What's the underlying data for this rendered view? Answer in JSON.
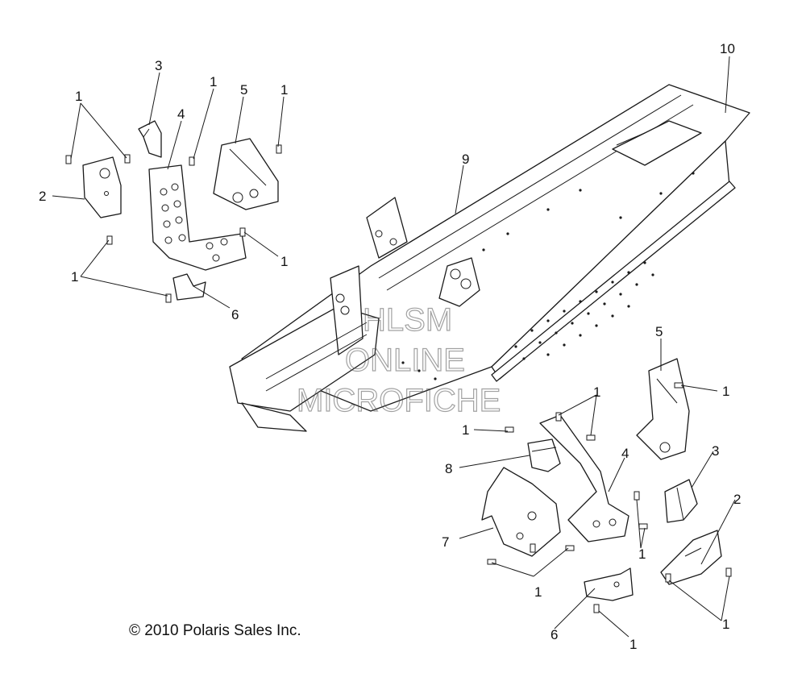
{
  "diagram": {
    "callouts": [
      {
        "id": "c1a",
        "text": "1"
      },
      {
        "id": "c3a",
        "text": "3"
      },
      {
        "id": "c1b",
        "text": "1"
      },
      {
        "id": "c5a",
        "text": "5"
      },
      {
        "id": "c1c",
        "text": "1"
      },
      {
        "id": "c4a",
        "text": "4"
      },
      {
        "id": "c2a",
        "text": "2"
      },
      {
        "id": "c1d",
        "text": "1"
      },
      {
        "id": "c1e",
        "text": "1"
      },
      {
        "id": "c6a",
        "text": "6"
      },
      {
        "id": "c10",
        "text": "10"
      },
      {
        "id": "c9",
        "text": "9"
      },
      {
        "id": "c5b",
        "text": "5"
      },
      {
        "id": "c1f",
        "text": "1"
      },
      {
        "id": "c1g",
        "text": "1"
      },
      {
        "id": "c1h",
        "text": "1"
      },
      {
        "id": "c4b",
        "text": "4"
      },
      {
        "id": "c8",
        "text": "8"
      },
      {
        "id": "c3b",
        "text": "3"
      },
      {
        "id": "c2b",
        "text": "2"
      },
      {
        "id": "c7",
        "text": "7"
      },
      {
        "id": "c1i",
        "text": "1"
      },
      {
        "id": "c1j",
        "text": "1"
      },
      {
        "id": "c1k",
        "text": "1"
      },
      {
        "id": "c6b",
        "text": "6"
      },
      {
        "id": "c1l",
        "text": "1"
      }
    ],
    "watermark": [
      "HLSM",
      "ONLINE",
      "MICROFICHE"
    ],
    "copyright": "© 2010 Polaris Sales Inc."
  }
}
